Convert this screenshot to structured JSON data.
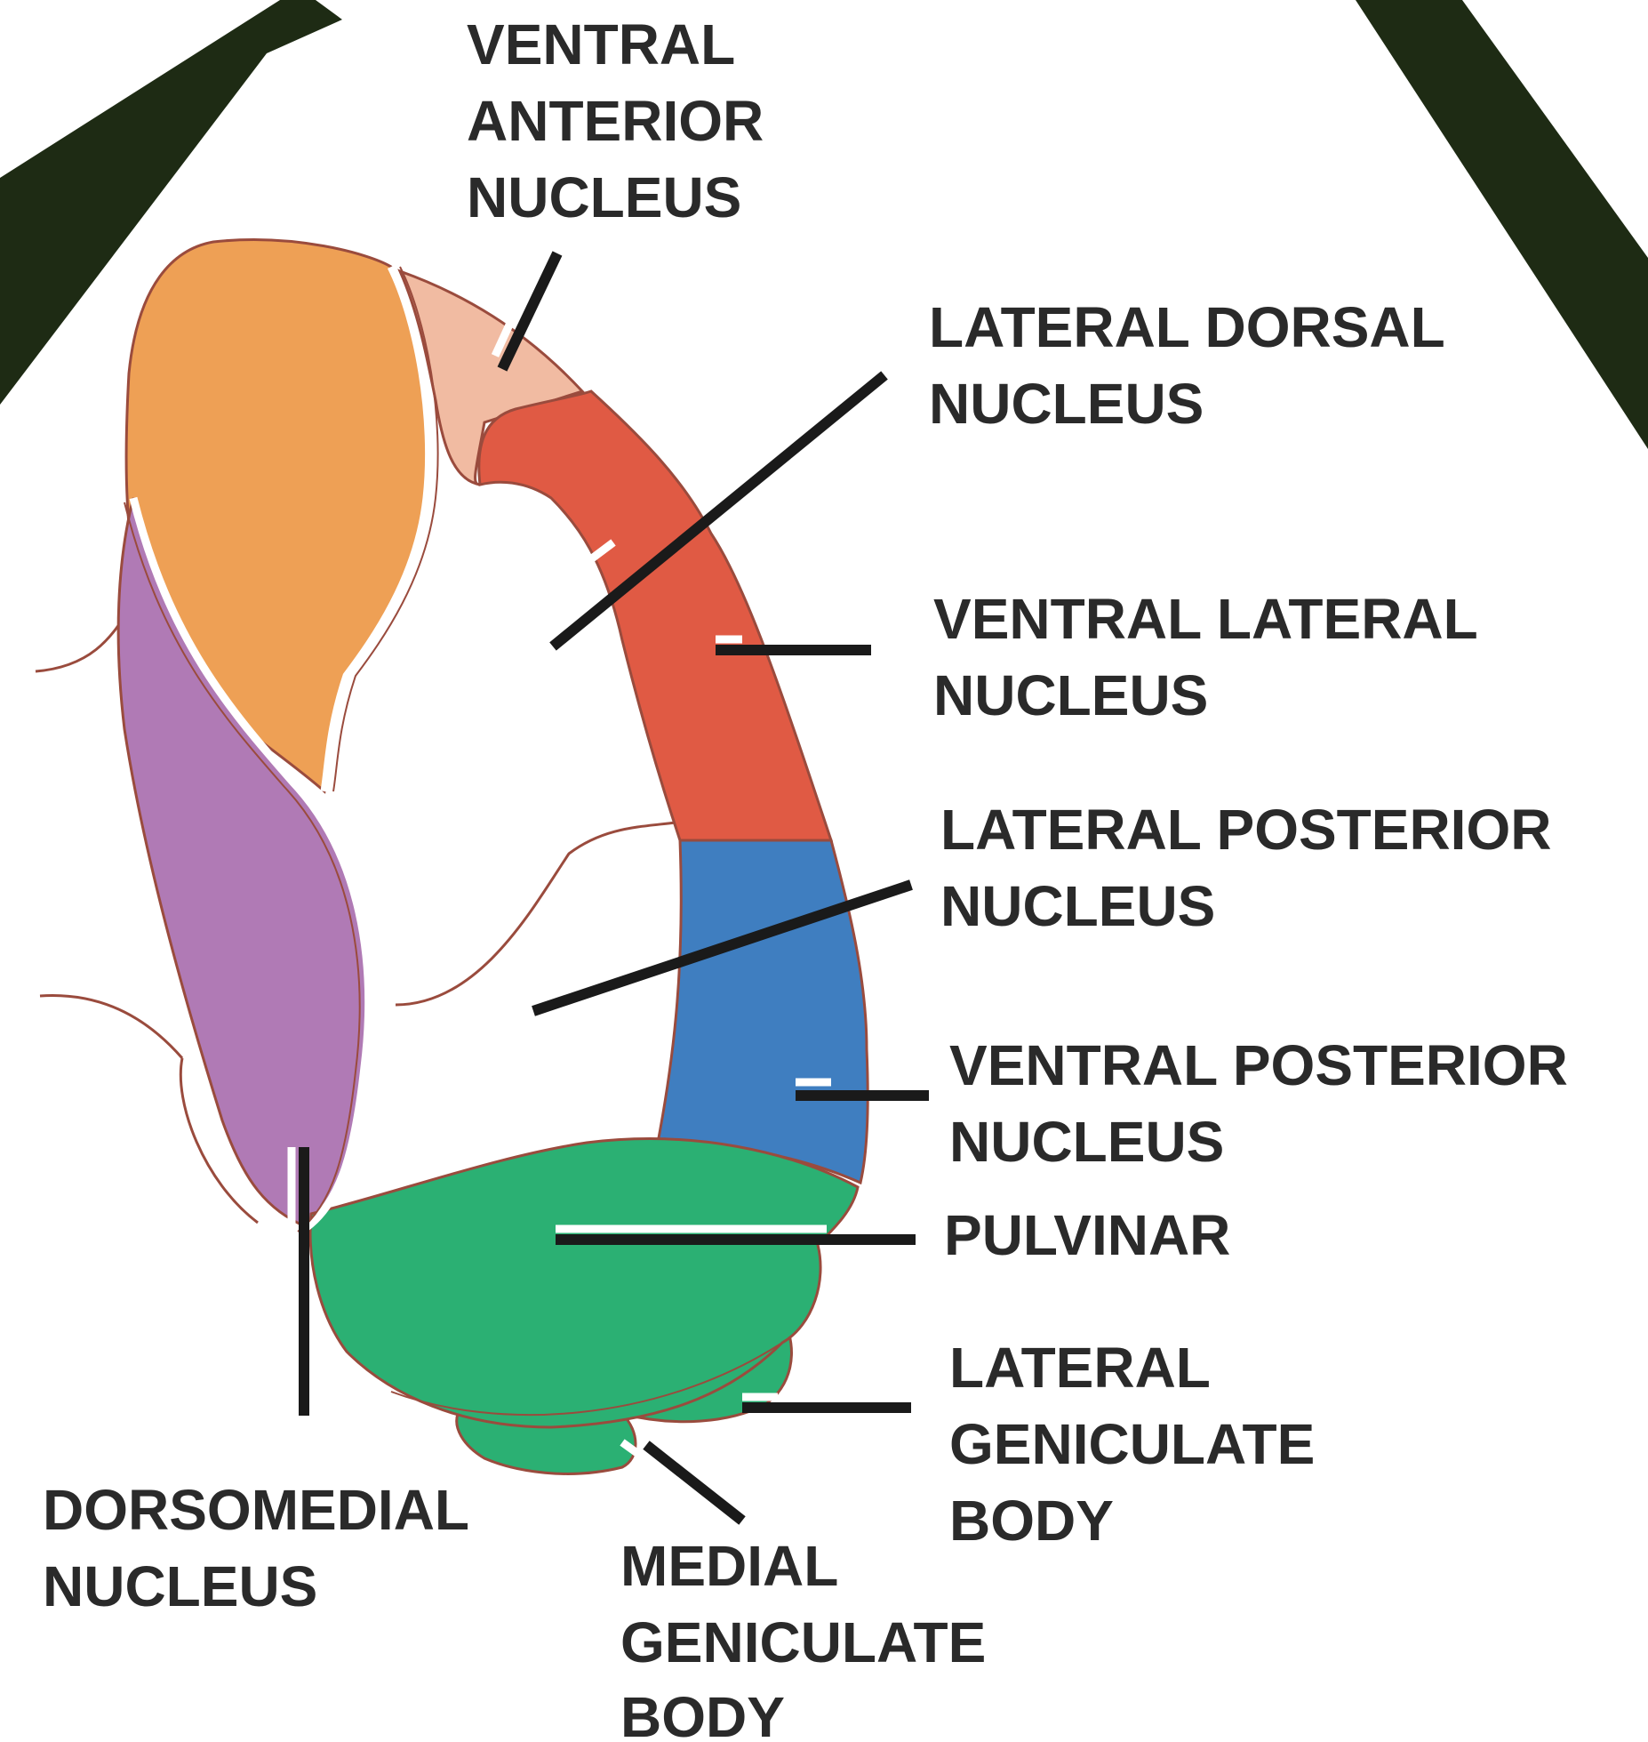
{
  "colors": {
    "background": "#ffffff",
    "frame_arrows": "#1e2b14",
    "outline": "#9a4b3d",
    "ventral_anterior": "#f1bba2",
    "lateral_dorsal_ventral_lateral": "#e05a44",
    "ventral_posterior_lateral_posterior": "#3f7ec0",
    "pulvinar_geniculate": "#2bb073",
    "dorsomedial": "#b07ab5",
    "anterior_orange": "#eea055",
    "leader_line": "#1a1a1a"
  },
  "labels": {
    "ventral_anterior": [
      "VENTRAL",
      "ANTERIOR",
      "NUCLEUS"
    ],
    "lateral_dorsal": [
      "LATERAL DORSAL",
      "NUCLEUS"
    ],
    "ventral_lateral": [
      "VENTRAL LATERAL",
      "NUCLEUS"
    ],
    "lateral_posterior": [
      "LATERAL POSTERIOR",
      "NUCLEUS"
    ],
    "ventral_posterior": [
      "VENTRAL POSTERIOR",
      "NUCLEUS"
    ],
    "pulvinar": [
      "PULVINAR"
    ],
    "lateral_geniculate": [
      "LATERAL",
      "GENICULATE",
      "BODY"
    ],
    "dorsomedial": [
      "DORSOMEDIAL",
      "NUCLEUS"
    ],
    "medial_geniculate": [
      "MEDIAL",
      "GENICULATE",
      "BODY"
    ]
  }
}
